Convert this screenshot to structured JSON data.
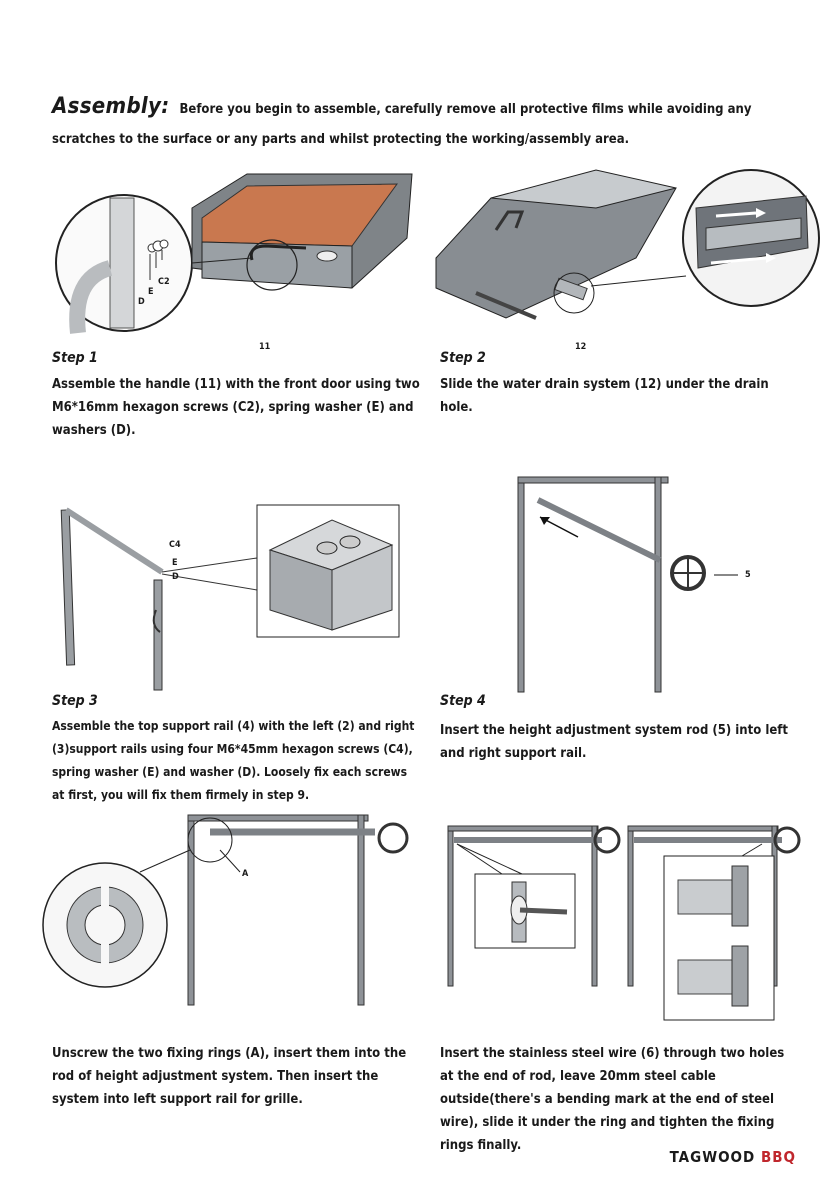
{
  "intro": {
    "heading": "Assembly:",
    "text": "Before you begin to assemble, carefully remove all protective films while avoiding any scratches to the surface or any parts and whilst protecting the working/assembly area."
  },
  "steps": [
    {
      "title": "Step 1",
      "text": "Assemble the handle (11) with the front door using two M6*16mm hexagon screws (C2), spring washer (E) and washers (D).",
      "labels": [
        "C2",
        "E",
        "D",
        "11"
      ]
    },
    {
      "title": "Step 2",
      "text": "Slide the water drain system (12) under the drain hole.",
      "labels": [
        "12"
      ]
    },
    {
      "title": "Step 3",
      "text": "Assemble the top support rail (4) with the left (2) and right (3)support rails using four M6*45mm hexagon screws (C4), spring washer (E) and washer (D). Loosely fix each screws at first, you will fix them firmely in step 9.",
      "labels": [
        "C4",
        "E",
        "D"
      ]
    },
    {
      "title": "Step 4",
      "text": "Insert the height adjustment system rod (5) into left and right support rail.",
      "labels": [
        "5"
      ]
    },
    {
      "title": "",
      "text": "Unscrew the two fixing rings (A), insert them into the rod of height adjustment system. Then insert the system into left support rail for grille.",
      "labels": [
        "A"
      ]
    },
    {
      "title": "",
      "text": "Insert the stainless steel wire (6) through two holes at the end of rod, leave 20mm steel cable outside(there's a bending mark at the end of steel wire), slide it under the ring and tighten the fixing rings finally.",
      "labels": []
    }
  ],
  "logo": {
    "brand": "TAGWOOD",
    "suffix": "BBQ"
  },
  "colors": {
    "accent": "#c0272d",
    "steel": "#8a8f94",
    "wood": "#b86a45"
  }
}
